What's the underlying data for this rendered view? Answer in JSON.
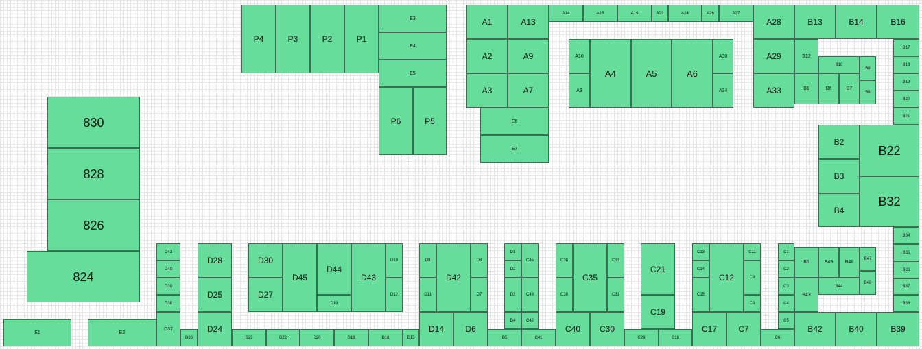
{
  "colors": {
    "room_fill": "#66dd9a",
    "room_border": "#3f6b52",
    "grid_line": "#e6e6e6",
    "background": "#ffffff"
  },
  "rooms": [
    "830",
    "828",
    "826",
    "824",
    "E1",
    "E2",
    "P4",
    "P3",
    "P2",
    "P1",
    "E3",
    "E4",
    "E5",
    "P6",
    "P5",
    "A1",
    "A13",
    "A2",
    "A9",
    "A3",
    "A7",
    "E6",
    "E7",
    "A14",
    "A15",
    "A19",
    "A23",
    "A24",
    "A26",
    "A27",
    "A10",
    "A8",
    "A4",
    "A5",
    "A6",
    "A30",
    "A34",
    "A28",
    "A29",
    "A33",
    "B13",
    "B14",
    "B16",
    "B12",
    "B10",
    "B9",
    "B1",
    "B6",
    "B7",
    "B8",
    "B17",
    "B18",
    "B19",
    "B20",
    "B21",
    "B2",
    "B3",
    "B4",
    "B22",
    "B32",
    "B34",
    "B35",
    "B36",
    "B37",
    "B38",
    "B5",
    "B49",
    "B48",
    "B47",
    "B44",
    "B46",
    "B43",
    "B42",
    "B40",
    "B39",
    "D41",
    "D40",
    "D39",
    "D38",
    "D37",
    "D36",
    "D28",
    "D25",
    "D24",
    "D30",
    "D27",
    "D45",
    "D44",
    "D19",
    "D43",
    "D10",
    "D12",
    "D23",
    "D22",
    "D20",
    "D18",
    "D16",
    "D15",
    "D9",
    "D11",
    "D42",
    "D8",
    "D7",
    "D14",
    "D6",
    "D1",
    "D2",
    "D3",
    "D4",
    "D5",
    "C45",
    "C43",
    "C42",
    "C41",
    "C36",
    "C38",
    "C35",
    "C33",
    "C31",
    "C40",
    "C30",
    "C21",
    "C19",
    "C29",
    "C18",
    "C13",
    "C14",
    "C15",
    "C12",
    "C11",
    "C9",
    "C8",
    "C17",
    "C7",
    "C1",
    "C2",
    "C3",
    "C4",
    "C5",
    "C6"
  ]
}
